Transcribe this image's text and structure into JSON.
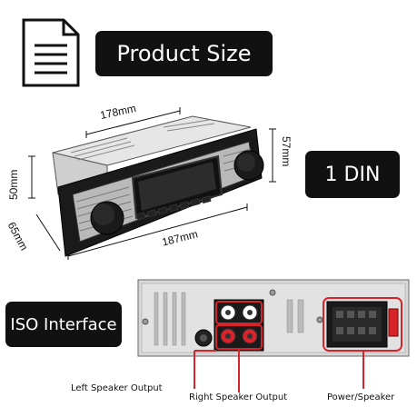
{
  "title_badge": {
    "label": "Product Size"
  },
  "din_badge": {
    "label": "1 DIN"
  },
  "iso_badge": {
    "label": "ISO Interface"
  },
  "dimensions": {
    "depth_top": "178mm",
    "height_right": "57mm",
    "height_left": "50mm",
    "width_bottom": "187mm",
    "depth_left": "65mm"
  },
  "callouts": {
    "left_speaker": "Left Speaker Output",
    "right_speaker": "Right Speaker Output",
    "power_speaker": "Power/Speaker"
  },
  "icons": {
    "document": "document-icon"
  },
  "colors": {
    "badge_bg": "#111111",
    "callout_line": "#d9232a"
  }
}
